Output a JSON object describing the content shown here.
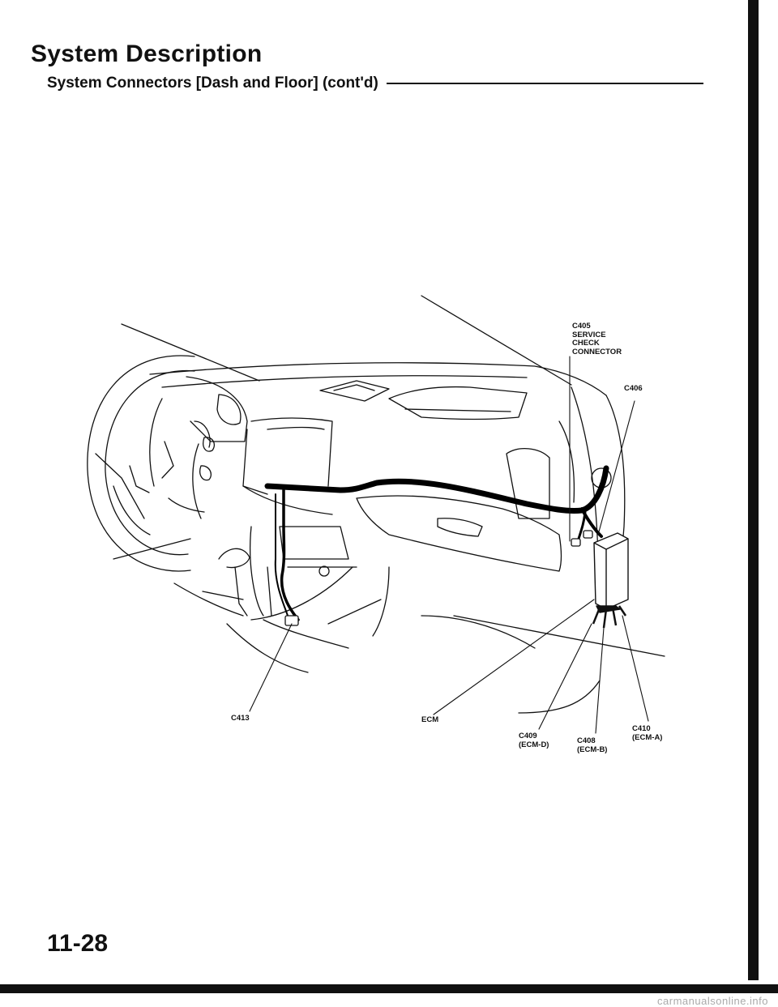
{
  "header": {
    "title": "System Description",
    "section": "System Connectors [Dash and Floor] (cont'd)"
  },
  "callouts": {
    "c405": {
      "id": "C405",
      "desc": [
        "SERVICE",
        "CHECK",
        "CONNECTOR"
      ]
    },
    "c406": {
      "id": "C406"
    },
    "c413": {
      "id": "C413"
    },
    "ecm": {
      "id": "ECM"
    },
    "c409": {
      "id": "C409",
      "desc": "(ECM-D)"
    },
    "c408": {
      "id": "C408",
      "desc": "(ECM-B)"
    },
    "c410": {
      "id": "C410",
      "desc": "(ECM-A)"
    }
  },
  "footer": {
    "page_number": "11-28",
    "watermark": "carmanualsonline.info"
  }
}
